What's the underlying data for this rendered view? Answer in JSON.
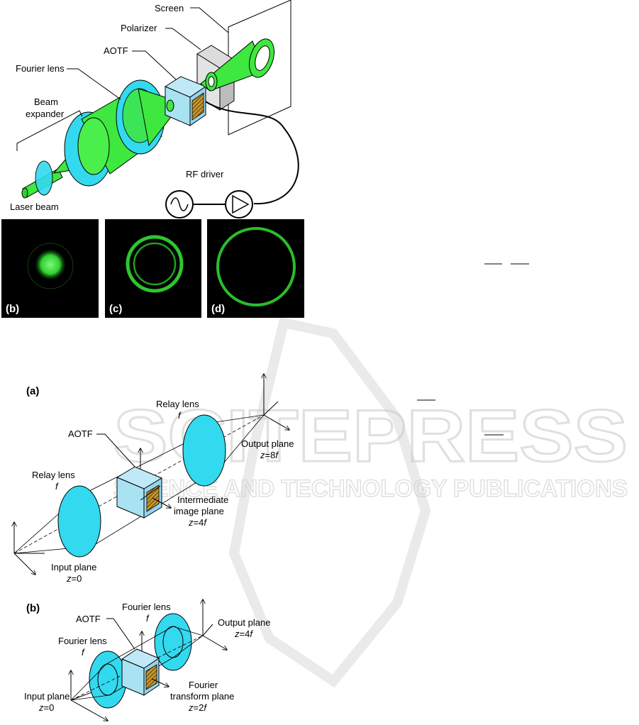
{
  "figure1": {
    "labels": {
      "screen": "Screen",
      "polarizer": "Polarizer",
      "aotf": "AOTF",
      "fourier_lens": "Fourier lens",
      "beam_expander_1": "Beam",
      "beam_expander_2": "expander",
      "rf_driver": "RF driver",
      "laser_beam": "Laser beam"
    },
    "panels": [
      {
        "label": "(b)",
        "pattern": "spot"
      },
      {
        "label": "(c)",
        "pattern": "double-ring"
      },
      {
        "label": "(d)",
        "pattern": "single-ring"
      }
    ]
  },
  "figure2a": {
    "label": "(a)",
    "relay_lens_top": "Relay lens",
    "relay_lens_top_f": "f",
    "aotf": "AOTF",
    "relay_lens_left": "Relay lens",
    "relay_lens_left_f": "f",
    "output_plane": "Output plane",
    "output_plane_z_pre": "z",
    "output_plane_z_val": "=8",
    "output_plane_z_f": "f",
    "intermediate_1": "Intermediate",
    "intermediate_2": "image plane",
    "intermediate_z_pre": "z",
    "intermediate_z_val": "=4",
    "intermediate_z_f": "f",
    "input_plane": "Input plane",
    "input_plane_z_pre": "z",
    "input_plane_z_val": "=0"
  },
  "figure2b": {
    "label": "(b)",
    "aotf": "AOTF",
    "fourier_lens_top": "Fourier lens",
    "fourier_lens_top_f": "f",
    "fourier_lens_left": "Fourier lens",
    "fourier_lens_left_f": "f",
    "output_plane": "Output plane",
    "output_plane_z_pre": "z",
    "output_plane_z_val": "=4",
    "output_plane_z_f": "f",
    "input_plane": "Input plane",
    "input_plane_z_pre": "z",
    "input_plane_z_val": "=0",
    "ft_1": "Fourier",
    "ft_2": "transform plane",
    "ft_z_pre": "z",
    "ft_z_val": "=2",
    "ft_z_f": "f"
  },
  "watermark": {
    "main": "SCITEPRESS",
    "sub": "SCIENCE AND TECHNOLOGY PUBLICATIONS"
  },
  "colors": {
    "lens": "#33d9ee",
    "beam": "#3ee83e",
    "aotf": "#a9e2f3",
    "panel_bg": "#000000",
    "panel_green": "#2fd12f"
  }
}
